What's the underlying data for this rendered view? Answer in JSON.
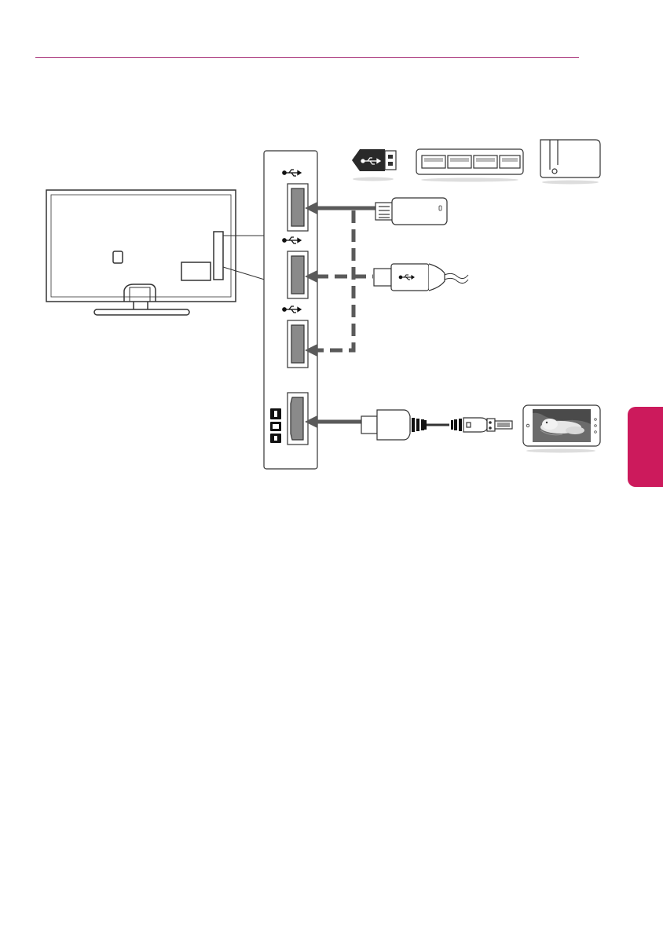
{
  "colors": {
    "accent": "#a52a73",
    "tab": "#cc1a5c",
    "line": "#5a5a5a",
    "port": "#8a8a8a",
    "outline": "#333333"
  },
  "icons": {
    "usb": "usb-icon",
    "hdmi": "hdmi-logo"
  },
  "ports": {
    "usb_count": 3,
    "hdmi_logo": "HDMI"
  }
}
